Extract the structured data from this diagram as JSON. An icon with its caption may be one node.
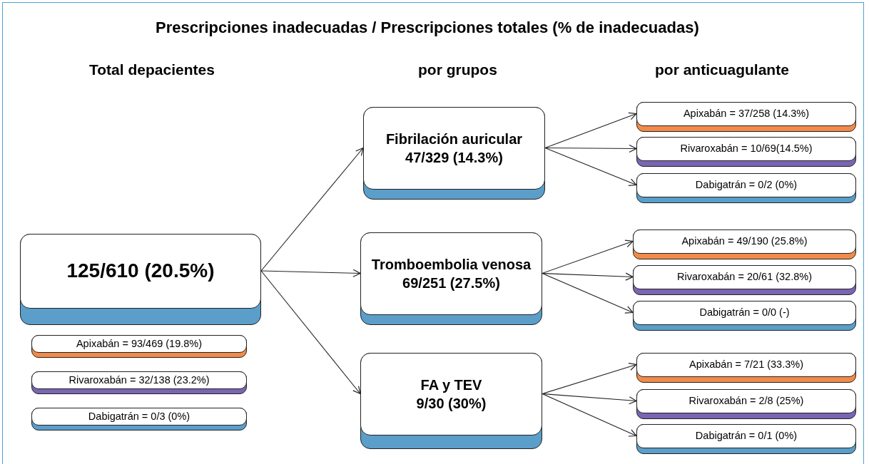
{
  "diagram": {
    "title": "Prescripciones inadecuadas / Prescripciones totales (% de inadecuadas)",
    "nodes": [
      {
        "text": [
          "125/610 (20.5%)"
        ]
      },
      {
        "text": [
          "Apixabán = 93/469 (19.8%)"
        ]
      },
      {
        "text": [
          "Rivaroxabán = 32/138 (23.2%)"
        ]
      },
      {
        "text": [
          "Dabigatrán = 0/3 (0%)"
        ]
      },
      {
        "text": [
          "Fibrilación auricular",
          "47/329 (14.3%)"
        ]
      },
      {
        "text": [
          "Apixabán = 37/258 (14.3%)"
        ]
      },
      {
        "text": [
          "Rivaroxabán = 10/69(14.5%)"
        ]
      },
      {
        "text": [
          "Dabigatrán = 0/2 (0%)"
        ]
      },
      {
        "text": [
          "Tromboembolia venosa",
          "69/251 (27.5%)"
        ]
      },
      {
        "text": [
          "Apixabán = 49/190 (25.8%)"
        ]
      },
      {
        "text": [
          "Rivaroxabán = 20/61 (32.8%)"
        ]
      },
      {
        "text": [
          "Dabigatrán = 0/0 (-)"
        ]
      },
      {
        "text": [
          "FA y TEV",
          "9/30 (30%)"
        ]
      },
      {
        "text": [
          "Apixabán = 7/21 (33.3%)"
        ]
      },
      {
        "text": [
          "Rivaroxabán = 2/8 (25%)"
        ]
      },
      {
        "text": [
          "Dabigatrán = 0/1 (0%)"
        ]
      }
    ],
    "edges": [
      {
        "from": 0,
        "to": 4,
        "arrow": "to"
      },
      {
        "from": 0,
        "to": 8,
        "arrow": "to"
      },
      {
        "from": 0,
        "to": 12,
        "arrow": "to"
      },
      {
        "from": 4,
        "to": 5,
        "arrow": "to"
      },
      {
        "from": 4,
        "to": 6,
        "arrow": "to"
      },
      {
        "from": 4,
        "to": 7,
        "arrow": "to"
      },
      {
        "from": 8,
        "to": 9,
        "arrow": "to"
      },
      {
        "from": 8,
        "to": 10,
        "arrow": "to"
      },
      {
        "from": 8,
        "to": 11,
        "arrow": "to"
      },
      {
        "from": 12,
        "to": 13,
        "arrow": "to"
      },
      {
        "from": 12,
        "to": 14,
        "arrow": "to"
      },
      {
        "from": 12,
        "to": 15,
        "arrow": "to"
      }
    ],
    "labels": [
      "Total depacientes",
      "por grupos",
      "por anticuagulante"
    ]
  }
}
